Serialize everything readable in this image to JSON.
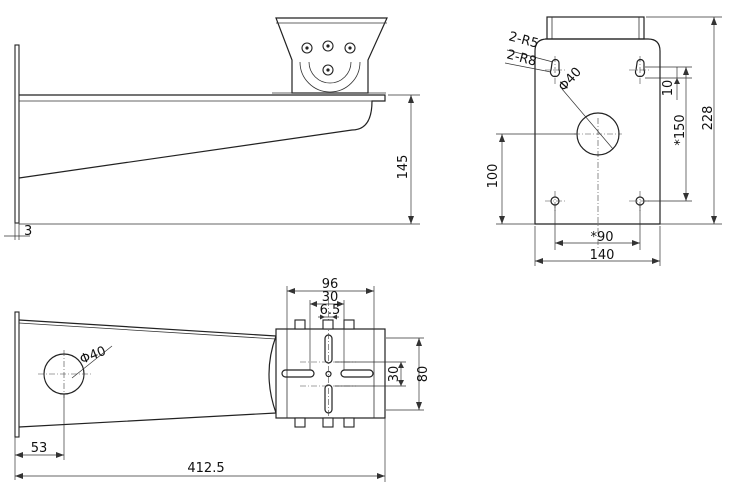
{
  "views": {
    "side_view": {
      "height_dim": "145",
      "plate_thickness_dim": "3"
    },
    "back_plate_view": {
      "slot_radius_note": "2-R5",
      "hole_radius_note": "2-R8",
      "center_hole_diameter": "Φ40",
      "slot_height_dim": "10",
      "hole_spacing_vertical": "*150",
      "overall_height": "228",
      "center_height": "100",
      "hole_spacing_horizontal": "*90",
      "overall_width": "140"
    },
    "top_view": {
      "plate_width": "96",
      "slot_spacing": "30",
      "slot_width": "6.5",
      "hole_diameter": "Φ40",
      "slot_length": "30",
      "plate_depth": "80",
      "hole_offset": "53",
      "overall_length": "412.5"
    }
  }
}
